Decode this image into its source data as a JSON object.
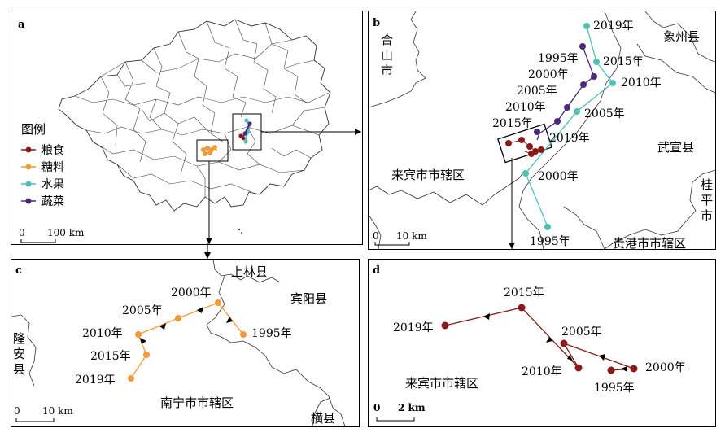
{
  "colors": {
    "grain": "#8b1a1a",
    "sugar": "#f29a38",
    "fruit": "#4fc1b6",
    "vegetable": "#4b2a7a",
    "boundary": "#333333",
    "frame": "#000000"
  },
  "panel_a": {
    "letter": "a",
    "legend_title": "图例",
    "legend_items": [
      {
        "label": "粮食",
        "color_key": "grain"
      },
      {
        "label": "糖料",
        "color_key": "sugar"
      },
      {
        "label": "水果",
        "color_key": "fruit"
      },
      {
        "label": "蔬菜",
        "color_key": "vegetable"
      }
    ],
    "scale_zero": "0",
    "scale_label": "100 km"
  },
  "panel_b": {
    "letter": "b",
    "region_labels": [
      "合",
      "山",
      "市",
      "象州县",
      "武宣县",
      "来宾市市辖区",
      "桂",
      "平",
      "市",
      "贵港市市辖区"
    ],
    "scale_zero": "0",
    "scale_label": "10 km",
    "fruit_years": [
      "2019年",
      "2015年",
      "2010年",
      "2005年",
      "2000年",
      "1995年"
    ],
    "veg_years": [
      "1995年",
      "2000年",
      "2005年",
      "2010年",
      "2015年",
      "2019年"
    ]
  },
  "panel_c": {
    "letter": "c",
    "region_labels": [
      "上林县",
      "宾阳县",
      "隆",
      "安",
      "县",
      "南宁市市辖区",
      "横县"
    ],
    "scale_zero": "0",
    "scale_label": "10 km",
    "sugar_years": [
      "1995年",
      "2000年",
      "2005年",
      "2010年",
      "2015年",
      "2019年"
    ]
  },
  "panel_d": {
    "letter": "d",
    "region_label": "来宾市市辖区",
    "scale_zero": "0",
    "scale_label": "2 km",
    "grain_years": [
      "1995年",
      "2000年",
      "2005年",
      "2010年",
      "2015年",
      "2019年"
    ]
  }
}
